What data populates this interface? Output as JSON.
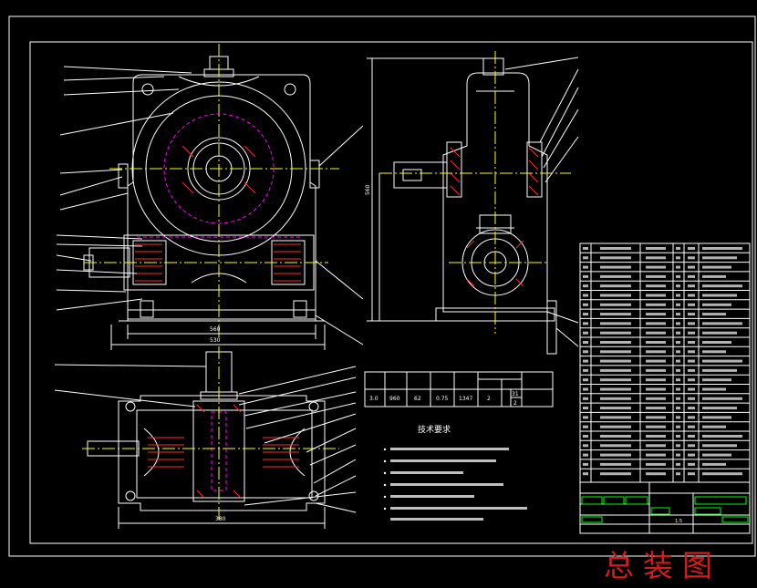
{
  "stamp_text": "总装图",
  "colors": {
    "background": "#000000",
    "frame": "#ffffff",
    "outline": "#ffffff",
    "centerline": "#ffff00",
    "hidden_line": "#ff00ff",
    "leader": "#ffffff",
    "hatch": "#ff2a2a",
    "dimension": "#ffffff",
    "green_cells": "#00ff00",
    "stamp": "#d41c1c"
  },
  "technical_requirements": {
    "title": "技术要求"
  },
  "performance_table": {
    "values": [
      "3.0",
      "960",
      "62",
      "0.75",
      "1347",
      "2",
      "31",
      "2"
    ]
  },
  "dimensions": [
    "530",
    "560",
    "380"
  ],
  "title_block": {
    "scale_text": "1:5"
  }
}
